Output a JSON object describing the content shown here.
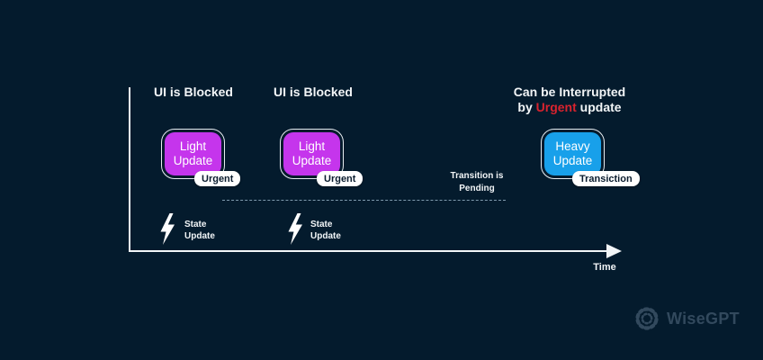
{
  "colors": {
    "background": "#041B2D",
    "light_update": "#C535EC",
    "heavy_update": "#18A0EA",
    "urgent_red": "#D8232E",
    "badge_text": "#0A1C2E",
    "axis": "#F2F5F7",
    "dashed_line": "#7E99AC",
    "logo": "#32495D"
  },
  "axis": {
    "time_label": "Time"
  },
  "groups": [
    {
      "title": "UI is Blocked",
      "box_label": "Light\nUpdate",
      "badge": "Urgent",
      "trigger": "State\nUpdate"
    },
    {
      "title": "UI is Blocked",
      "box_label": "Light\nUpdate",
      "badge": "Urgent",
      "trigger": "State\nUpdate"
    },
    {
      "title_line1": "Can be Interrupted",
      "title_line2_prefix": "by ",
      "title_line2_highlight": "Urgent",
      "title_line2_suffix": " update",
      "box_label": "Heavy\nUpdate",
      "badge": "Transiction"
    }
  ],
  "pending_note": "Transition is\nPending",
  "logo": {
    "text": "WiseGPT"
  }
}
